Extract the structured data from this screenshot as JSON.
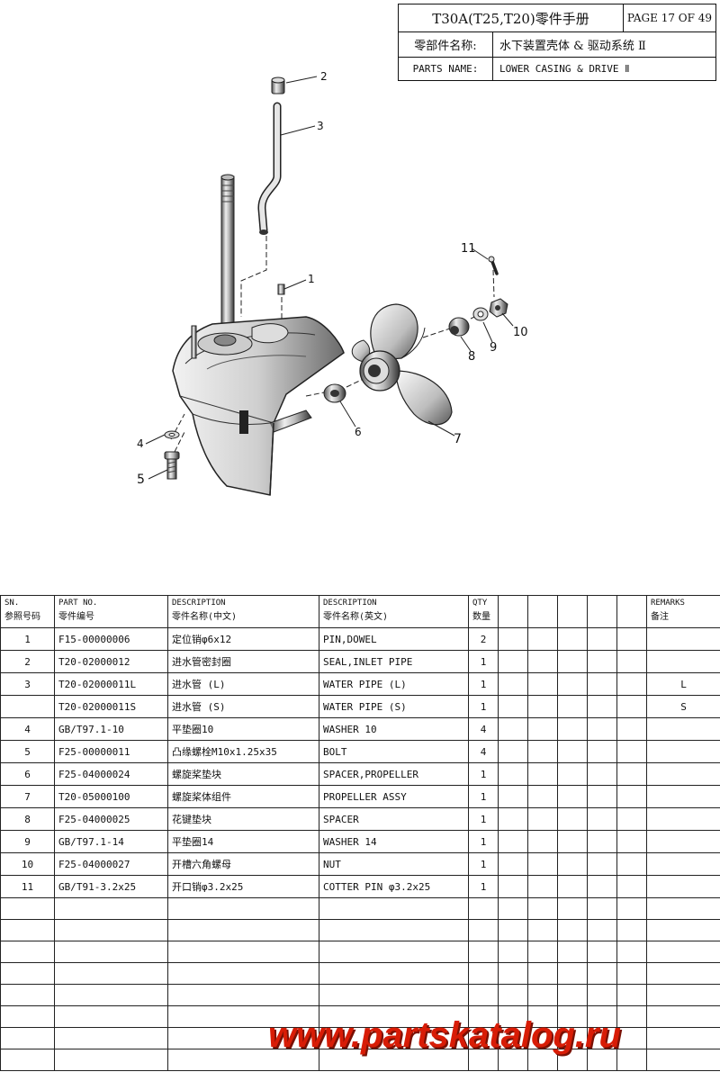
{
  "header": {
    "model_title": "T30A(T25,T20)零件手册",
    "page_label": "PAGE 17 OF 49",
    "parts_name_cn_label": "零部件名称:",
    "parts_name_cn": "水下装置壳体 & 驱动系统 Ⅱ",
    "parts_name_en_label": "PARTS NAME:",
    "parts_name_en": "LOWER CASING & DRIVE Ⅱ"
  },
  "diagram_callouts": [
    "1",
    "2",
    "3",
    "4",
    "5",
    "6",
    "7",
    "8",
    "9",
    "10",
    "11"
  ],
  "table": {
    "headers": {
      "sn": "SN.",
      "sn_cn": "参照号码",
      "part_no": "PART NO.",
      "part_no_cn": "零件编号",
      "desc_cn": "DESCRIPTION",
      "desc_cn_sub": "零件名称(中文)",
      "desc_en": "DESCRIPTION",
      "desc_en_sub": "零件名称(英文)",
      "qty": "QTY",
      "qty_cn": "数量",
      "remarks": "REMARKS",
      "remarks_cn": "备注"
    },
    "rows": [
      {
        "sn": "1",
        "part_no": "F15-00000006",
        "desc_cn": "定位销φ6x12",
        "desc_en": "PIN,DOWEL",
        "qty": "2",
        "remarks": ""
      },
      {
        "sn": "2",
        "part_no": "T20-02000012",
        "desc_cn": "进水管密封圈",
        "desc_en": "SEAL,INLET PIPE",
        "qty": "1",
        "remarks": ""
      },
      {
        "sn": "3",
        "part_no": "T20-02000011L",
        "desc_cn": "进水管 (L)",
        "desc_en": "WATER PIPE (L)",
        "qty": "1",
        "remarks": "L"
      },
      {
        "sn": "",
        "part_no": "T20-02000011S",
        "desc_cn": "进水管 (S)",
        "desc_en": "WATER PIPE (S)",
        "qty": "1",
        "remarks": "S"
      },
      {
        "sn": "4",
        "part_no": "GB/T97.1-10",
        "desc_cn": "平垫圈10",
        "desc_en": "WASHER 10",
        "qty": "4",
        "remarks": ""
      },
      {
        "sn": "5",
        "part_no": "F25-00000011",
        "desc_cn": "凸缘螺栓M10x1.25x35",
        "desc_en": "BOLT",
        "qty": "4",
        "remarks": ""
      },
      {
        "sn": "6",
        "part_no": "F25-04000024",
        "desc_cn": "螺旋桨垫块",
        "desc_en": "SPACER,PROPELLER",
        "qty": "1",
        "remarks": ""
      },
      {
        "sn": "7",
        "part_no": "T20-05000100",
        "desc_cn": "螺旋桨体组件",
        "desc_en": "PROPELLER ASSY",
        "qty": "1",
        "remarks": ""
      },
      {
        "sn": "8",
        "part_no": "F25-04000025",
        "desc_cn": "花键垫块",
        "desc_en": "SPACER",
        "qty": "1",
        "remarks": ""
      },
      {
        "sn": "9",
        "part_no": "GB/T97.1-14",
        "desc_cn": "平垫圈14",
        "desc_en": "WASHER 14",
        "qty": "1",
        "remarks": ""
      },
      {
        "sn": "10",
        "part_no": "F25-04000027",
        "desc_cn": "开槽六角螺母",
        "desc_en": "NUT",
        "qty": "1",
        "remarks": ""
      },
      {
        "sn": "11",
        "part_no": "GB/T91-3.2x25",
        "desc_cn": "开口销φ3.2x25",
        "desc_en": "COTTER PIN φ3.2x25",
        "qty": "1",
        "remarks": ""
      }
    ]
  },
  "watermark": "www.partskatalog.ru",
  "colors": {
    "watermark": "#d81c06",
    "ink": "#111111"
  }
}
